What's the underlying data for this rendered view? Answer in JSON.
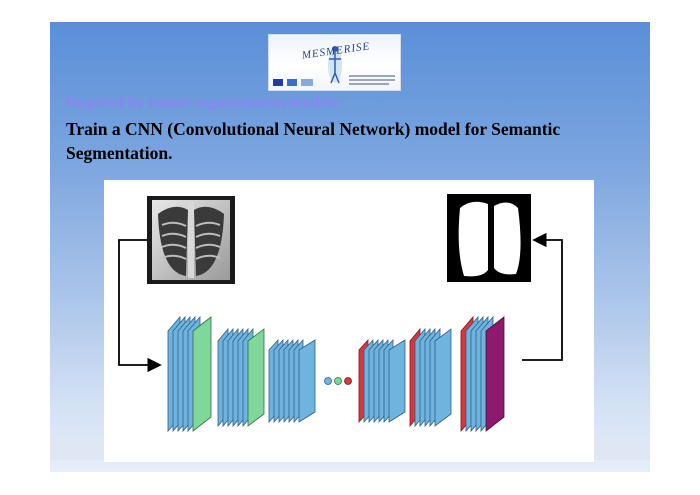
{
  "logo": {
    "text": "MESMERISE"
  },
  "heading": {
    "subtitle": "Inspired by tumor segmentation models"
  },
  "body": {
    "text": "Train a CNN (Convolutional Neural Network) model for Semantic Segmentation."
  },
  "colors": {
    "subtitle": "#8a86f0",
    "layer_blue": "#6fb3df",
    "layer_green": "#7fd89a",
    "layer_red": "#d9363e",
    "layer_purple": "#8d1a6e"
  }
}
